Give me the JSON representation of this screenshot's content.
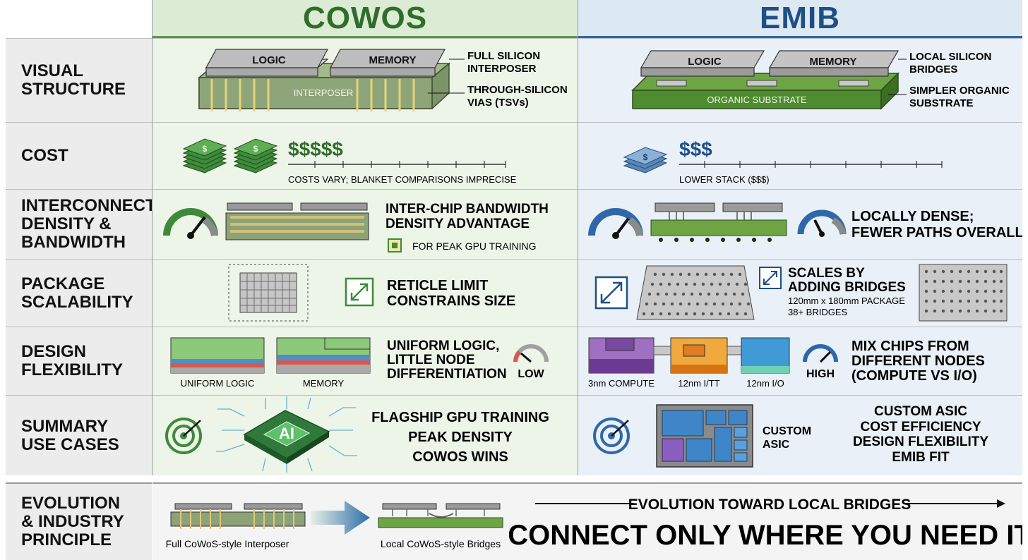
{
  "header": {
    "cowos": "COWOS",
    "emib": "EMIB"
  },
  "rows": {
    "visual": {
      "label_line1": "VISUAL",
      "label_line2": "STRUCTURE"
    },
    "cost": {
      "label_line1": "COST"
    },
    "interconnect": {
      "label_line1": "INTERCONNECT",
      "label_line2": "DENSITY &",
      "label_line3": "BANDWIDTH"
    },
    "scalability": {
      "label_line1": "PACKAGE",
      "label_line2": "SCALABILITY"
    },
    "flexibility": {
      "label_line1": "DESIGN",
      "label_line2": "FLEXIBILITY"
    },
    "summary": {
      "label_line1": "SUMMARY",
      "label_line2": "USE CASES"
    },
    "evolution": {
      "label_line1": "EVOLUTION",
      "label_line2": "& INDUSTRY",
      "label_line3": "PRINCIPLE"
    }
  },
  "cowos": {
    "visual": {
      "logic": "LOGIC",
      "memory": "MEMORY",
      "interposer": "INTERPOSER",
      "note1_l1": "FULL SILICON",
      "note1_l2": "INTERPOSER",
      "note2_l1": "THROUGH-SILICON",
      "note2_l2": "VIAS (TSVs)"
    },
    "cost": {
      "dollars": "$$$$$",
      "caption": "COSTS VARY; BLANKET COMPARISONS IMPRECISE"
    },
    "interconnect": {
      "line1": "INTER-CHIP BANDWIDTH",
      "line2": "DENSITY ADVANTAGE",
      "sub": "FOR PEAK GPU TRAINING"
    },
    "scalability": {
      "line1": "RETICLE LIMIT",
      "line2": "CONSTRAINS SIZE"
    },
    "flexibility": {
      "cap1": "UNIFORM LOGIC",
      "cap2": "MEMORY",
      "line1": "UNIFORM LOGIC,",
      "line2": "LITTLE NODE",
      "line3": "DIFFERENTIATION",
      "gauge": "LOW"
    },
    "summary": {
      "chip": "AI",
      "line1": "FLAGSHIP GPU TRAINING",
      "line2": "PEAK DENSITY",
      "line3": "COWOS WINS"
    }
  },
  "emib": {
    "visual": {
      "logic": "LOGIC",
      "memory": "MEMORY",
      "substrate": "ORGANIC SUBSTRATE",
      "note1_l1": "LOCAL SILICON",
      "note1_l2": "BRIDGES",
      "note2_l1": "SIMPLER ORGANIC",
      "note2_l2": "SUBSTRATE"
    },
    "cost": {
      "dollars": "$$$",
      "caption": "LOWER STACK ($$$)"
    },
    "interconnect": {
      "line1": "LOCALLY DENSE;",
      "line2": "FEWER PATHS OVERALL"
    },
    "scalability": {
      "line1": "SCALES BY",
      "line2": "ADDING BRIDGES",
      "sub1": "120mm x 180mm PACKAGE",
      "sub2": "38+ BRIDGES"
    },
    "flexibility": {
      "cap1": "3nm COMPUTE",
      "cap2": "12nm I/TT",
      "cap3": "12nm I/O",
      "gauge": "HIGH",
      "line1": "MIX CHIPS FROM",
      "line2": "DIFFERENT NODES",
      "line3": "(COMPUTE VS I/O)"
    },
    "summary": {
      "asic_l1": "CUSTOM",
      "asic_l2": "ASIC",
      "line1": "CUSTOM ASIC",
      "line2": "COST EFFICIENCY",
      "line3": "DESIGN FLEXIBILITY",
      "line4": "EMIB FIT"
    }
  },
  "evolution": {
    "cap1": "Full CoWoS-style Interposer",
    "cap2": "Local CoWoS-style Bridges",
    "arrow_text": "EVOLUTION TOWARD LOCAL BRIDGES",
    "principle": "CONNECT ONLY WHERE YOU NEED IT"
  },
  "colors": {
    "cowos_green": "#2f6d2c",
    "emib_blue": "#1e4f86",
    "cowos_bg": "#edf4e8",
    "emib_bg": "#e9f0f7",
    "label_bg": "#ececec"
  }
}
